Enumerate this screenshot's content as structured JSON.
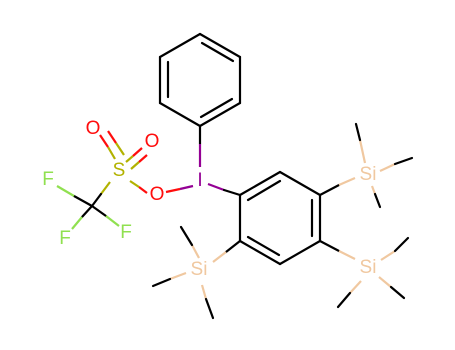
{
  "molecule": {
    "atoms": {
      "iodine": "I",
      "ester_oxygen": "O",
      "sulfonyl_oxygen_left": "O",
      "sulfonyl_oxygen_right": "O",
      "sulfur": "S",
      "fluorine_top": "F",
      "fluorine_left": "F",
      "fluorine_right": "F",
      "silicon_top_right": "Si",
      "silicon_bottom_right": "Si",
      "silicon_bottom_left": "Si"
    },
    "colors": {
      "bond": "#000000",
      "iodine": "#940094",
      "oxygen": "#ff0d0d",
      "sulfur": "#b2b200",
      "fluorine": "#90e050",
      "silicon": "#f0c8a0"
    }
  }
}
